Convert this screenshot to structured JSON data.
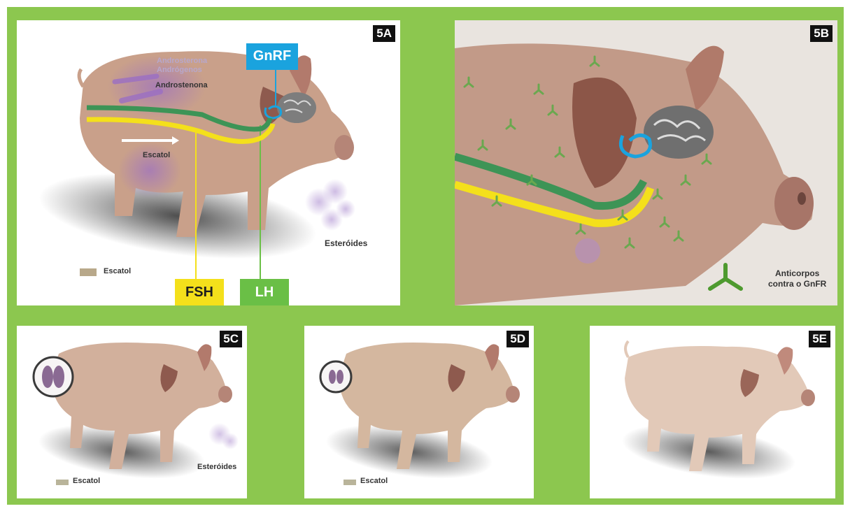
{
  "colors": {
    "frame_green": "#8cc74f",
    "fsh_yellow": "#f4e01b",
    "lh_green": "#6abf46",
    "gnrf_blue": "#1aa3de",
    "escatol_swatch": "#b8a88a",
    "antibody_green": "#5c9e3a"
  },
  "panel_5a": {
    "tag": "5A",
    "labels": {
      "androsterona": "Androsterona",
      "androgenos": "Andrógenos",
      "androstenona": "Androstenona",
      "escatol_arrow": "Escatol",
      "esteroides": "Esteróides",
      "legend_escatol": "Escatol"
    },
    "boxes": {
      "gnrf": "GnRF",
      "fsh": "FSH",
      "lh": "LH"
    }
  },
  "panel_5b": {
    "tag": "5B",
    "labels": {
      "antibodies_line1": "Anticorpos",
      "antibodies_line2": "contra o GnFR"
    }
  },
  "panel_5c": {
    "tag": "5C",
    "labels": {
      "esteroides": "Esteróides",
      "legend_escatol": "Escatol"
    }
  },
  "panel_5d": {
    "tag": "5D",
    "labels": {
      "legend_escatol": "Escatol"
    }
  },
  "panel_5e": {
    "tag": "5E"
  }
}
